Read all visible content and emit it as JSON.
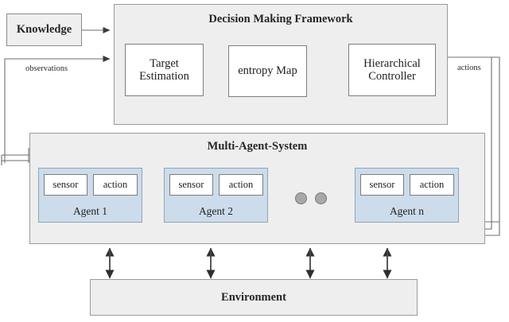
{
  "diagram": {
    "title": "Decision Making Framework / Multi-Agent-System architecture",
    "knowledge": {
      "label": "Knowledge"
    },
    "framework": {
      "title": "Decision Making Framework",
      "nodes": [
        {
          "label": "Target\nEstimation",
          "line1": "Target",
          "line2": "Estimation"
        },
        {
          "label": "entropy Map",
          "line1": "entropy Map",
          "line2": ""
        },
        {
          "label": "Hierarchical\nController",
          "line1": "Hierarchical",
          "line2": "Controller"
        }
      ]
    },
    "mas": {
      "title": "Multi-Agent-System",
      "agents": [
        {
          "name": "Agent 1",
          "sensor": "sensor",
          "action": "action"
        },
        {
          "name": "Agent 2",
          "sensor": "sensor",
          "action": "action"
        },
        {
          "name": "Agent n",
          "sensor": "sensor",
          "action": "action"
        }
      ],
      "ellipsis": "• •"
    },
    "environment": {
      "label": "Environment"
    },
    "edge_labels": {
      "observations": "observations",
      "actions": "actions"
    },
    "colors": {
      "container_fill": "#eeeeee",
      "container_stroke": "#9a9a9a",
      "node_fill": "#ffffff",
      "node_stroke": "#7d7d7d",
      "agent_fill": "#ccdcea",
      "agent_stroke": "#8fa6bb",
      "wire": "#6e6e6e",
      "arrow": "#3a3a3a",
      "text": "#1f1f1f"
    }
  }
}
